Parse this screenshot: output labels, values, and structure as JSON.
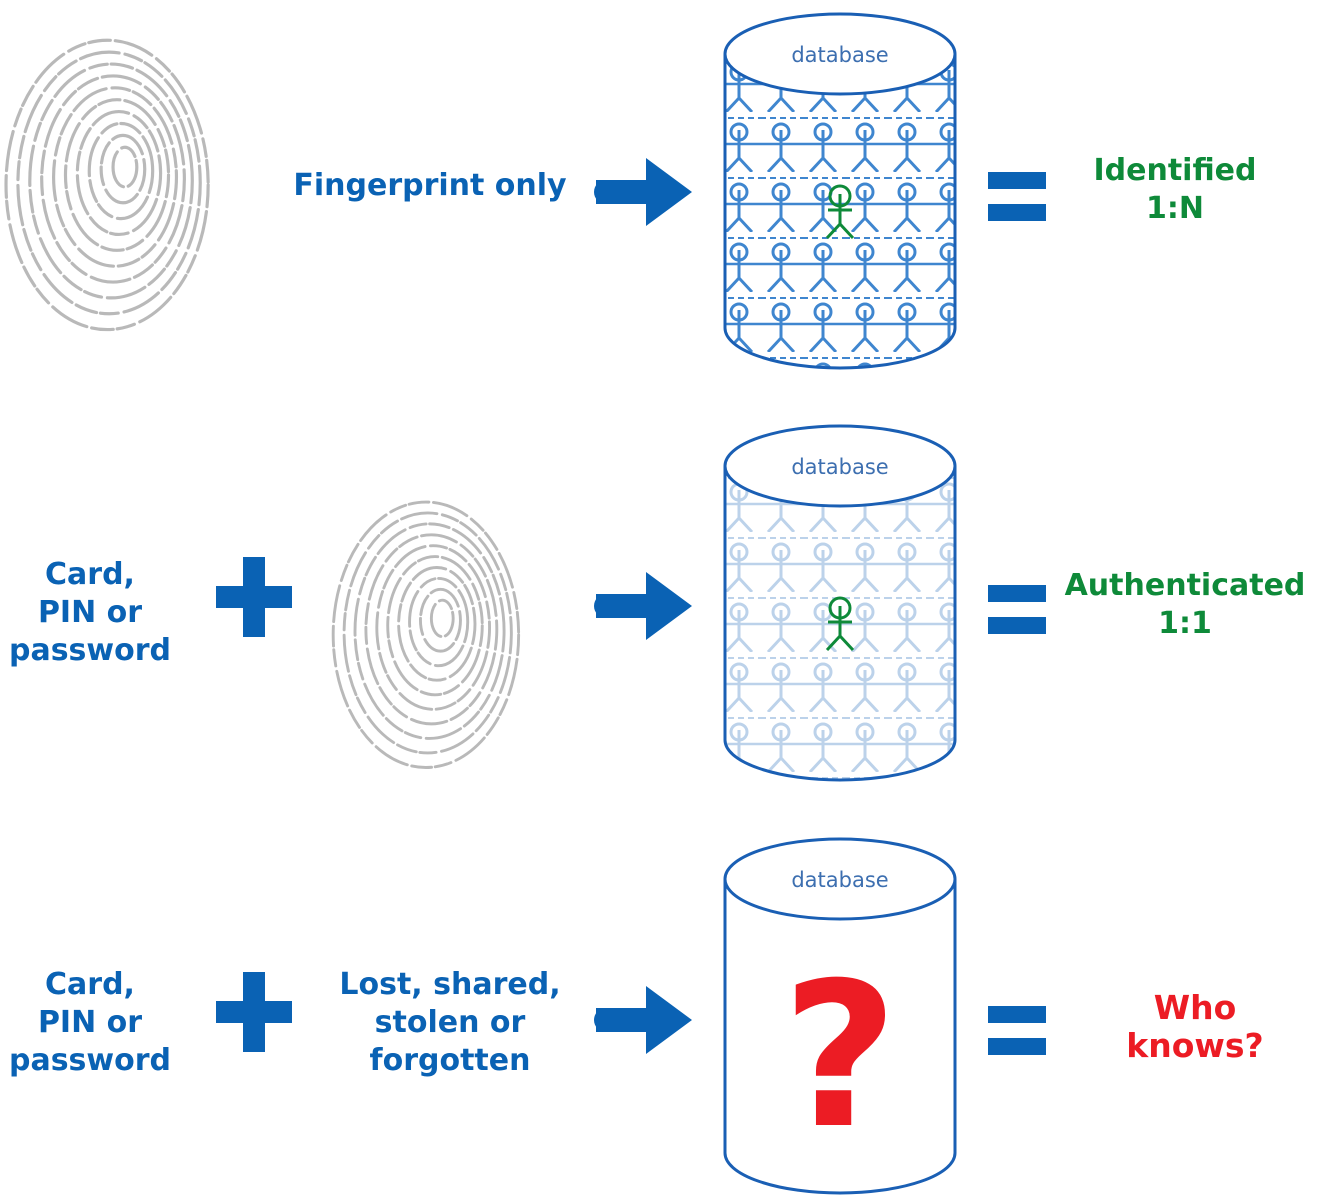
{
  "colors": {
    "primary_blue": "#0a62b4",
    "result_green": "#0e8a39",
    "result_red": "#ec1c24",
    "db_outline": "#1a5fb4",
    "db_people_strong": "#3f86cf",
    "db_people_faint": "#bcd2ea",
    "db_label": "#3d6fb0",
    "fingerprint": "#b9b9b9"
  },
  "icons": {
    "fingerprint": "fingerprint-icon",
    "arrow": "arrow-right-icon",
    "plus": "plus-icon",
    "equals": "equals-icon",
    "database": "database-cylinder-icon",
    "person": "person-icon",
    "question": "question-mark-icon"
  },
  "rows": [
    {
      "input_text": [
        "Fingerprint only"
      ],
      "db_label": "database",
      "db_fill": "strong",
      "result_lines": [
        "Identified",
        "1:N"
      ],
      "result_color": "green"
    },
    {
      "prefix_lines": [
        "Card,",
        "PIN or",
        "password"
      ],
      "db_label": "database",
      "db_fill": "faint",
      "result_lines": [
        "Authenticated",
        "1:1"
      ],
      "result_color": "green"
    },
    {
      "prefix_lines": [
        "Card,",
        "PIN or",
        "password"
      ],
      "input_text": [
        "Lost, shared,",
        "stolen or",
        "forgotten"
      ],
      "db_label": "database",
      "db_fill": "empty",
      "question_mark": "?",
      "result_lines": [
        "Who",
        "knows?"
      ],
      "result_color": "red"
    }
  ]
}
